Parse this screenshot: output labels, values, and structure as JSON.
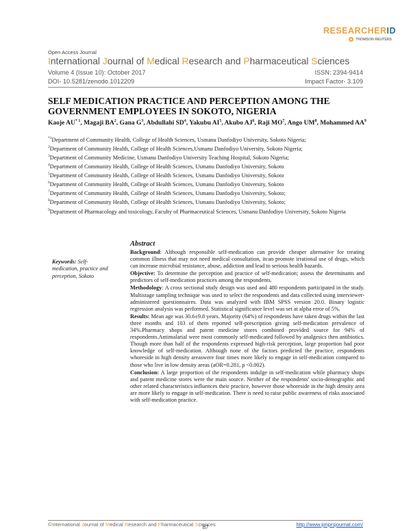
{
  "brand": {
    "researcher": "RESEARCHER",
    "id": "ID",
    "thomson": "THOMSON REUTERS"
  },
  "header": {
    "open_access": "Open Access Journal",
    "journal_title": [
      {
        "t": "I",
        "c": true
      },
      {
        "t": "nternational ",
        "c": false
      },
      {
        "t": "J",
        "c": true
      },
      {
        "t": "ournal of ",
        "c": false
      },
      {
        "t": "M",
        "c": true
      },
      {
        "t": "edical ",
        "c": false
      },
      {
        "t": "R",
        "c": true
      },
      {
        "t": "esearch and ",
        "c": false
      },
      {
        "t": "P",
        "c": true
      },
      {
        "t": "harmaceutical ",
        "c": false
      },
      {
        "t": "S",
        "c": true
      },
      {
        "t": "ciences",
        "c": false
      }
    ],
    "volume": "Volume 4 (Issue 10): October 2017",
    "issn": "ISSN: 2394-9414",
    "doi": "DOI- 10.5281/zenodo.1012209",
    "impact": "Impact Factor- 3.109"
  },
  "article": {
    "title": "SELF MEDICATION PRACTICE AND PERCEPTION AMONG THE GOVERNMENT EMPLOYEES IN SOKOTO, NIGERIA",
    "authors": [
      {
        "name": "Kaoje AU",
        "sup": "* 1"
      },
      {
        "name": "Magaji BA",
        "sup": "2"
      },
      {
        "name": "Gana G",
        "sup": "3"
      },
      {
        "name": "Abdullahi SD",
        "sup": "4"
      },
      {
        "name": "Yakubu AI",
        "sup": "5"
      },
      {
        "name": "Akubo AJ",
        "sup": "6"
      },
      {
        "name": "Raji MO",
        "sup": "7"
      },
      {
        "name": "Ango UM",
        "sup": "8"
      },
      {
        "name": "Mohammed AA",
        "sup": "9"
      }
    ],
    "affiliations": [
      {
        "sup": "*1",
        "text": "Department of Community Health, College of Health Sciences, Usmanu Danfodiyo University, Sokoto Nigeria;"
      },
      {
        "sup": "2",
        "text": "Department of Community Health, College of Health Sciences,Usmanu Danfodiyo University, Sokoto Nigeria;"
      },
      {
        "sup": "3",
        "text": "Department of Community Medicine, Usmanu Danfodiyo University Teaching Hospital, Sokoto Nigeria;"
      },
      {
        "sup": "4",
        "text": "Department of Community Health, College of Health Sciences, Usmanu Danfodiyo University, Sokoto"
      },
      {
        "sup": "5",
        "text": "Department of Community Health, College of Health Sciences, Usmanu Danfodiyo University, Sokoto"
      },
      {
        "sup": "6",
        "text": "Department of Community Health, College of Health Sciences, Usmanu Danfodiyo University, Sokoto"
      },
      {
        "sup": "7",
        "text": "Department of Community Health, College of Health Sciences, Usmanu Danfodiyo University, Sokoto;"
      },
      {
        "sup": "8",
        "text": "Department of Community Health, College of Health Sciences, Usmanu Danfodiyo University, Sokoto;"
      },
      {
        "sup": "9",
        "text": "Department of Pharmacology and toxicology, Faculty of Pharmaceutical Sciences, Usmanu Danfodiyo University, Sokoto Nigeria"
      }
    ],
    "abstract_heading": "Abstract",
    "keywords_label": "Keywords:",
    "keywords": "Self-medication, practice and perception, Sokoto",
    "abstract": [
      {
        "label": "Background",
        "text": "Although responsible self-medication can provide cheaper alternative for treating common illness that may not need medical consultation, itcan promote irrational use of drugs, which can increase microbial resistance, abuse, addiction and lead to serious health hazards."
      },
      {
        "label": "Objective:",
        "text": "To determine the perception and practice of self-medication; assess the determinants and predictors of self-medication practices among the respondents."
      },
      {
        "label": "Methodology",
        "text": "A cross sectional study design was used and 480 respondents participated in the study. Multistage sampling technique was used to select the respondents and data collected using interviewer-administered questionnaires. Data was analyzed with IBM SPSS version 20.0. Binary logistic regression analysis was performed. Statistical significance level was set at alpha error of 5%."
      },
      {
        "label": "Results:",
        "text": "Mean age was 30.6±9.8 years. Majority (64%) of respondents have taken drugs within the last three months and 103 of them reported self-prescription giving self-medication prevalence of 34%.Pharmacy shops and patent medicine stores combined provided source for 94% of respondents.Antimalarial were most commonly self-medicated followed by analgesics then antibiotics. Though more than half of the respondents expressed high-risk perception, large proportion had poor knowledge of self-medication. Although none of the factors predicted the practice, respondents whoreside in high density areaswere four times more likely to engage in self-medication compared to those who live in low density areas (aOR=0.281, p <0.002)."
      },
      {
        "label": "Conclusion:",
        "text": "A large proportion of the respondents indulge in self-medication while pharmacy shops and patent medicine stores were the main source. Neither of the respondents' socio-demographic and other related characteristics influences their practice, however those whoreside in the high density area are more likely to engage in self-medication. There is need to raise public awareness of risks associated with self-medication practice."
      }
    ]
  },
  "footer": {
    "left": [
      {
        "t": "©",
        "c": false
      },
      {
        "t": "I",
        "c": true
      },
      {
        "t": "nternational ",
        "c": false
      },
      {
        "t": "J",
        "c": true
      },
      {
        "t": "ournal of ",
        "c": false
      },
      {
        "t": "M",
        "c": true
      },
      {
        "t": "edical ",
        "c": false
      },
      {
        "t": "R",
        "c": true
      },
      {
        "t": "esearch and ",
        "c": false
      },
      {
        "t": "P",
        "c": true
      },
      {
        "t": "harmaceutical ",
        "c": false
      },
      {
        "t": "S",
        "c": true
      },
      {
        "t": "ciences",
        "c": false
      }
    ],
    "url": "http://www.ijmprsjournal.com/",
    "page_number": "87"
  },
  "colors": {
    "accent": "#e8a23a",
    "brand_blue": "#2d6e86"
  }
}
